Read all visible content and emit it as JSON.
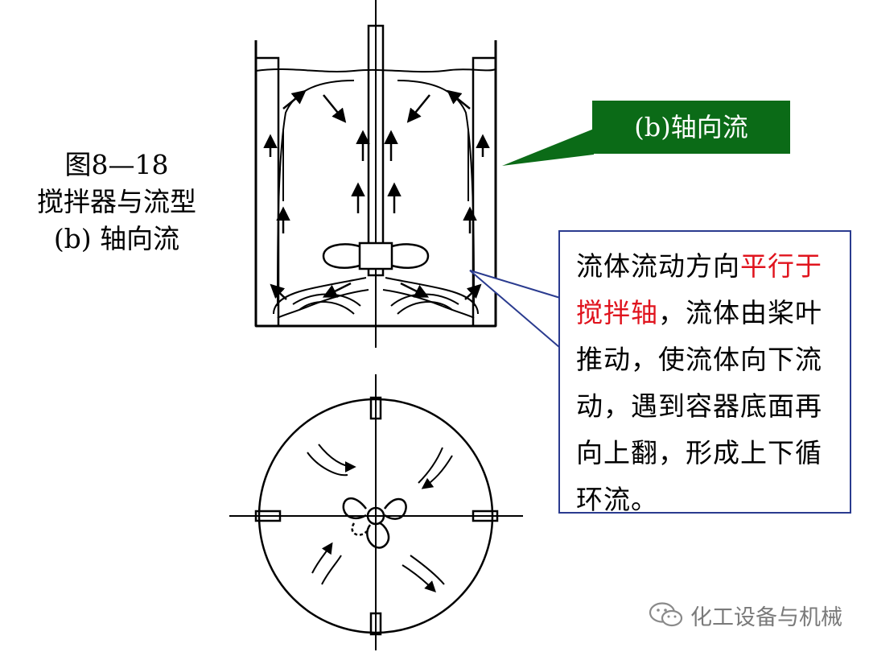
{
  "caption": {
    "line1": "图8—18",
    "line2": "搅拌器与流型",
    "line3": "(b) 轴向流"
  },
  "label": {
    "text": "(b)轴向流",
    "bg_color": "#0b6b17",
    "text_color": "#ffffff"
  },
  "note": {
    "seg1": "流体流动方向",
    "seg2": "平行于搅拌轴",
    "seg3": "，流体由桨叶推动，使流体向下流动，遇到容器底面再向上翻，形成上下循环流。",
    "highlight_color": "#e0141e",
    "border_color": "#2a3b8f"
  },
  "watermark": {
    "text": "化工设备与机械",
    "icon": "wechat-icon"
  }
}
